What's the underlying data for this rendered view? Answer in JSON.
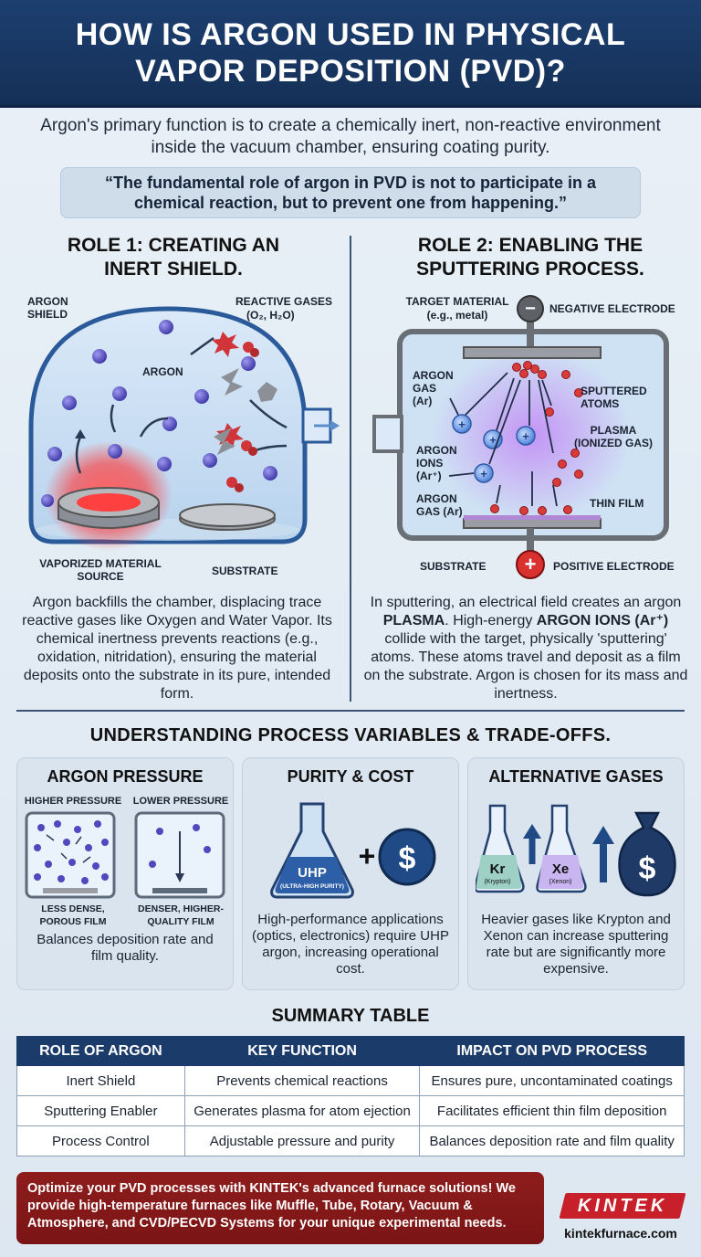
{
  "header": {
    "title": "HOW IS ARGON USED IN PHYSICAL VAPOR DEPOSITION (PVD)?"
  },
  "intro": "Argon's primary function is to create a chemically inert, non-reactive environment inside the vacuum chamber, ensuring coating purity.",
  "quote": "“The fundamental role of argon in PVD is not to participate in a chemical reaction, but to prevent one from happening.”",
  "role1": {
    "title": "ROLE 1: CREATING AN INERT SHIELD.",
    "labels": {
      "shield": "ARGON SHIELD",
      "reactive": "REACTIVE GASES",
      "reactive_formula": "(O₂, H₂O)",
      "argon": "ARGON",
      "source": "VAPORIZED MATERIAL SOURCE",
      "substrate": "SUBSTRATE"
    },
    "description": "Argon backfills the chamber, displacing trace reactive gases like Oxygen and Water Vapor. Its chemical inertness prevents reactions (e.g., oxidation, nitridation), ensuring the material deposits onto the substrate in its pure, intended form."
  },
  "role2": {
    "title": "ROLE 2: ENABLING THE SPUTTERING PROCESS.",
    "labels": {
      "target": "TARGET MATERIAL",
      "target_sub": "(e.g., metal)",
      "neg_electrode": "NEGATIVE ELECTRODE",
      "argon_gas": "ARGON GAS (Ar)",
      "sputtered": "SPUTTERED ATOMS",
      "plasma": "PLASMA (IONIZED GAS)",
      "argon_ions": "ARGON IONS (Ar⁺)",
      "argon_gas2": "ARGON GAS (Ar)",
      "thin_film": "THIN FILM",
      "substrate": "SUBSTRATE",
      "pos_electrode": "POSITIVE ELECTRODE",
      "minus": "−",
      "plus": "+"
    },
    "description_parts": [
      "In sputtering, an electrical field creates an argon ",
      "PLASMA",
      ". High-energy ",
      "ARGON IONS (Ar⁺)",
      " collide with the target, physically 'sputtering' atoms. These atoms travel and deposit as a film on the substrate. Argon is chosen for its mass and inertness."
    ]
  },
  "tradeoffs": {
    "title": "UNDERSTANDING PROCESS VARIABLES & TRADE-OFFS.",
    "pressure": {
      "title": "ARGON PRESSURE",
      "higher": "HIGHER PRESSURE",
      "lower": "LOWER PRESSURE",
      "higher_result": "LESS DENSE, POROUS FILM",
      "lower_result": "DENSER, HIGHER-QUALITY FILM",
      "description": "Balances deposition rate and film quality."
    },
    "purity": {
      "title": "PURITY & COST",
      "flask_label": "UHP",
      "flask_sub": "(ULTRA-HIGH PURITY)",
      "plus": "+",
      "dollar": "$",
      "description": "High-performance applications (optics, electronics) require UHP argon, increasing operational cost."
    },
    "alternatives": {
      "title": "ALTERNATIVE GASES",
      "kr": "Kr",
      "kr_name": "(Krypton)",
      "xe": "Xe",
      "xe_name": "(Xenon)",
      "dollar": "$",
      "description": "Heavier gases like Krypton and Xenon can increase sputtering rate but are significantly more expensive."
    }
  },
  "summary": {
    "title": "SUMMARY TABLE",
    "headers": [
      "ROLE OF ARGON",
      "KEY FUNCTION",
      "IMPACT ON PVD PROCESS"
    ],
    "rows": [
      [
        "Inert Shield",
        "Prevents chemical reactions",
        "Ensures pure, uncontaminated coatings"
      ],
      [
        "Sputtering Enabler",
        "Generates plasma for atom ejection",
        "Facilitates efficient thin film deposition"
      ],
      [
        "Process Control",
        "Adjustable pressure and purity",
        "Balances deposition rate and film quality"
      ]
    ]
  },
  "footer": {
    "text": "Optimize your PVD processes with KINTEK's advanced furnace solutions! We provide high-temperature furnaces like Muffle, Tube, Rotary, Vacuum & Atmosphere, and CVD/PECVD Systems for your unique experimental needs.",
    "logo": "KINTEK",
    "url": "kintekfurnace.com"
  },
  "colors": {
    "header_bg": "#1d3f70",
    "argon_atom": "#5b54c8",
    "reactive_red": "#d0353a",
    "plasma_purple": "#b07ce8",
    "footer_bg": "#8e1d1d",
    "logo_red": "#c8202a"
  }
}
